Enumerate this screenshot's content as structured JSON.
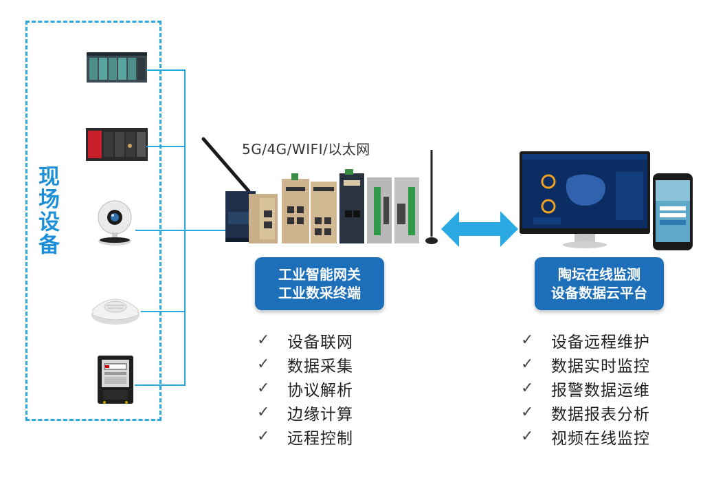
{
  "field_devices": {
    "label": "现场设备",
    "items": [
      {
        "name": "PLC模块"
      },
      {
        "name": "PLC控制器"
      },
      {
        "name": "摄像头"
      },
      {
        "name": "烟雾报警器"
      },
      {
        "name": "电能表"
      }
    ]
  },
  "gateway": {
    "network_label": "5G/4G/WIFI/以太网",
    "box_lines": [
      "工业智能网关",
      "工业数采终端"
    ],
    "features": [
      "设备联网",
      "数据采集",
      "协议解析",
      "边缘计算",
      "远程控制"
    ]
  },
  "platform": {
    "box_lines": [
      "陶坛在线监测",
      "设备数据云平台"
    ],
    "features": [
      "设备远程维护",
      "数据实时监控",
      "报警数据运维",
      "数据报表分析",
      "视频在线监控"
    ]
  },
  "colors": {
    "line": "#29a8e0",
    "box": "#1c6fb8",
    "label": "#1d8fd6",
    "arrow": "#2aa9e2"
  }
}
